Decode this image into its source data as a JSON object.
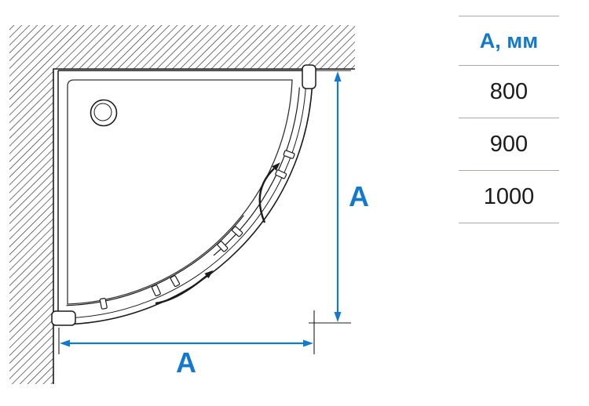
{
  "colors": {
    "accent": "#1379CD",
    "line": "#1C1C1C",
    "table_line": "#A5AAAF"
  },
  "diagram": {
    "vertical_dim_label": "A",
    "horizontal_dim_label": "A"
  },
  "size_table": {
    "header": "А, мм",
    "rows": [
      "800",
      "900",
      "1000"
    ]
  }
}
